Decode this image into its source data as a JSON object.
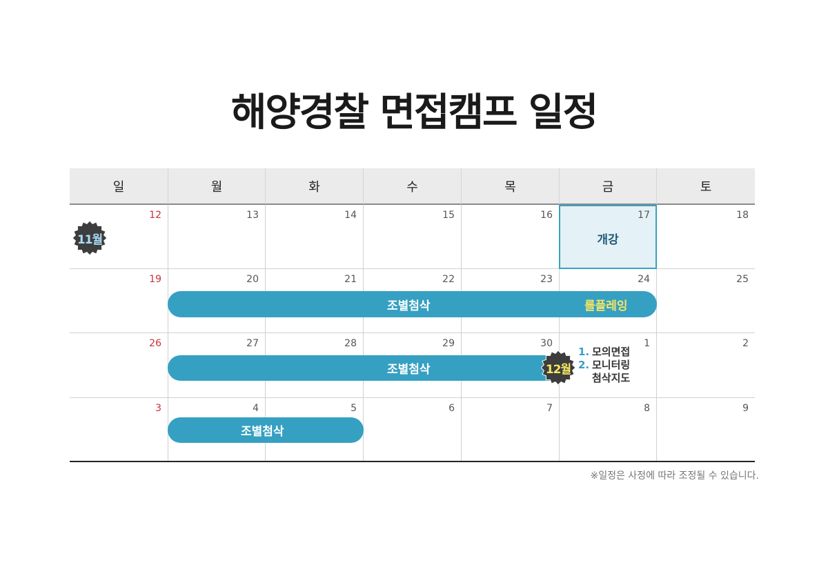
{
  "title": "해양경찰 면접캠프 일정",
  "weekdays": [
    "일",
    "월",
    "화",
    "수",
    "목",
    "금",
    "토"
  ],
  "weeks": [
    [
      "12",
      "13",
      "14",
      "15",
      "16",
      "17",
      "18"
    ],
    [
      "19",
      "20",
      "21",
      "22",
      "23",
      "24",
      "25"
    ],
    [
      "26",
      "27",
      "28",
      "29",
      "30",
      "1",
      "2"
    ],
    [
      "3",
      "4",
      "5",
      "6",
      "7",
      "8",
      "9"
    ]
  ],
  "highlight": {
    "label": "개강"
  },
  "badges": {
    "nov": "11월",
    "dec": "12월"
  },
  "bars": {
    "week2_main": "조별첨삭",
    "week2_end": "롤플레잉",
    "week3": "조별첨삭",
    "week4": "조별첨삭"
  },
  "notes": [
    {
      "num": "1.",
      "text": "모의면접"
    },
    {
      "num": "2.",
      "text": "모니터링"
    },
    {
      "num": "",
      "text": "첨삭지도"
    }
  ],
  "footnote": "※일정은 사정에 따라 조정될 수 있습니다.",
  "colors": {
    "accent": "#36a0c2",
    "yellow": "#f5e663",
    "sunday": "#c8303a",
    "badge": "#3d3d3d",
    "nov_text": "#a8dcf5"
  }
}
